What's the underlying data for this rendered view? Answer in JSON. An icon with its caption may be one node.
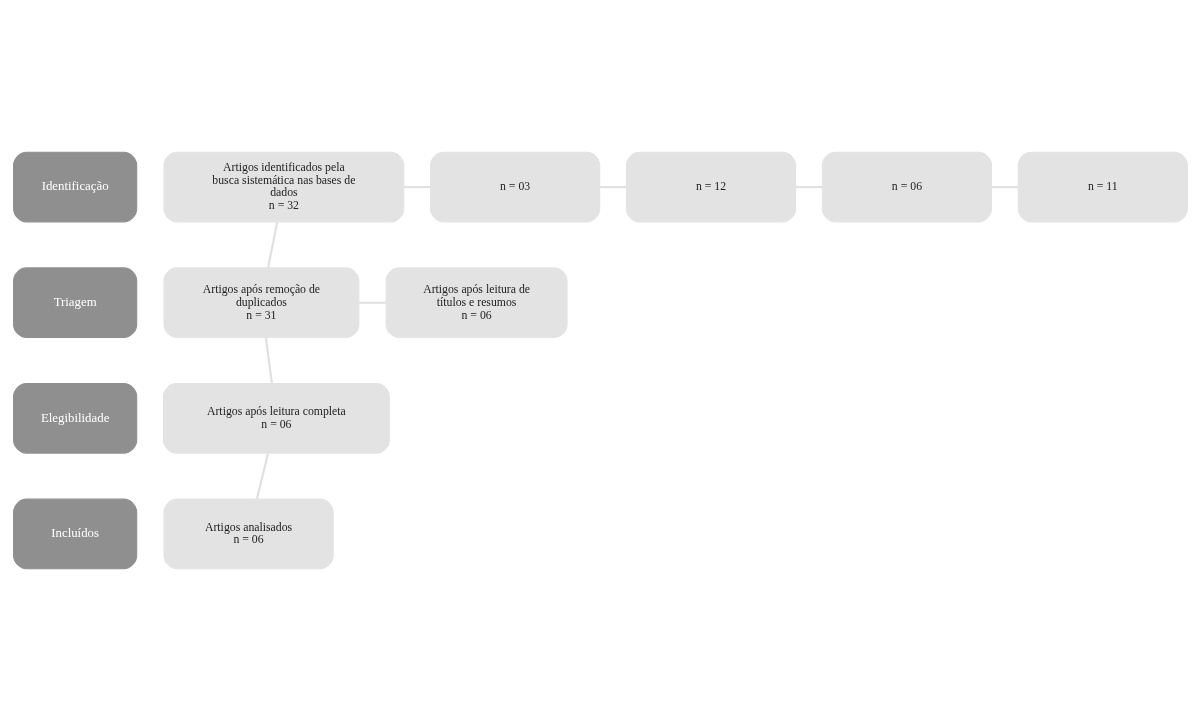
{
  "diagram": {
    "nodes": [
      {
        "text": [
          "Identificação"
        ]
      },
      {
        "text": [
          "Artigos identificados pela busca sistemática nas bases de dados",
          "n = 32"
        ]
      },
      {
        "text": [
          "n = 03"
        ]
      },
      {
        "text": [
          "n = 12"
        ]
      },
      {
        "text": [
          "n = 06"
        ]
      },
      {
        "text": [
          "n = 11"
        ]
      },
      {
        "text": [
          "Triagem"
        ]
      },
      {
        "text": [
          "Artigos após remoção de duplicados",
          "n = 31"
        ]
      },
      {
        "text": [
          "Artigos após leitura de títulos e resumos",
          "n = 06"
        ]
      },
      {
        "text": [
          "Elegibilidade"
        ]
      },
      {
        "text": [
          "Artigos após leitura completa",
          "n = 06"
        ]
      },
      {
        "text": [
          "Incluídos"
        ]
      },
      {
        "text": [
          "Artigos analisados",
          "n = 06"
        ]
      }
    ],
    "edges": [
      {
        "from": 1,
        "to": 2,
        "arrow": "none"
      },
      {
        "from": 2,
        "to": 3,
        "arrow": "none"
      },
      {
        "from": 3,
        "to": 4,
        "arrow": "none"
      },
      {
        "from": 4,
        "to": 5,
        "arrow": "none"
      },
      {
        "from": 1,
        "to": 7,
        "arrow": "none"
      },
      {
        "from": 7,
        "to": 8,
        "arrow": "none"
      },
      {
        "from": 7,
        "to": 10,
        "arrow": "none"
      },
      {
        "from": 10,
        "to": 12,
        "arrow": "none"
      }
    ]
  }
}
